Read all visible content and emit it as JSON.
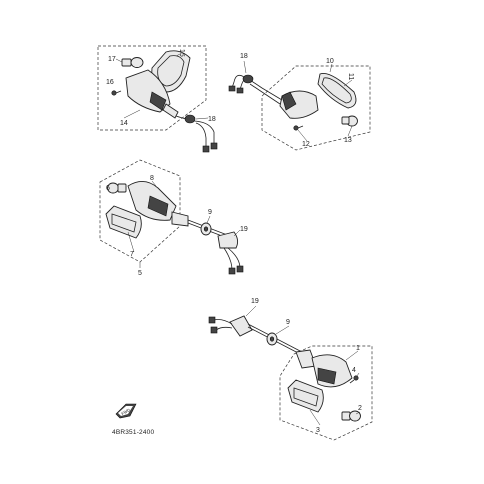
{
  "callouts": {
    "n1": "1",
    "n2": "2",
    "n3": "3",
    "n4": "4",
    "n5": "5",
    "n6": "6",
    "n7": "7",
    "n8": "8",
    "n9a": "9",
    "n9b": "9",
    "n10": "10",
    "n11": "11",
    "n12": "12",
    "n13": "13",
    "n14": "14",
    "n15": "15",
    "n16": "16",
    "n17": "17",
    "n18a": "18",
    "n18b": "18",
    "n19a": "19",
    "n19b": "19"
  },
  "drawing_code": "4BR351-2400",
  "front_badge": "FWD"
}
